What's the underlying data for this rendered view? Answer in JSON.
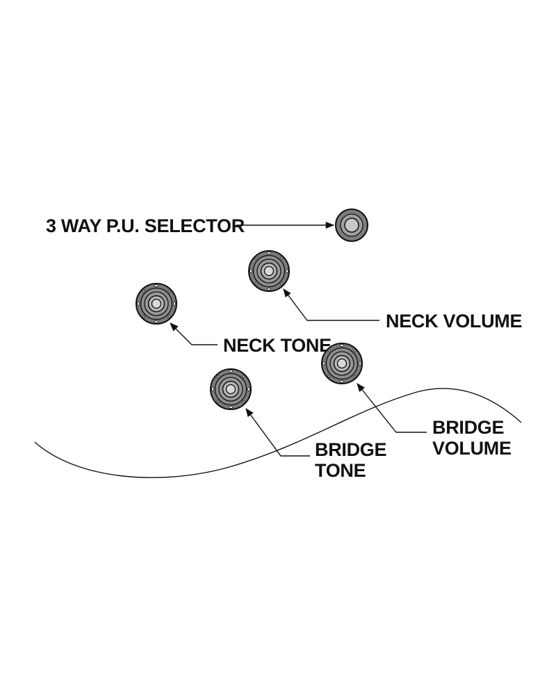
{
  "labels": {
    "selector": "3 WAY P.U. SELECTOR",
    "neck_volume": "NECK VOLUME",
    "neck_tone": "NECK TONE",
    "bridge_volume_line1": "BRIDGE",
    "bridge_volume_line2": "VOLUME",
    "bridge_tone_line1": "BRIDGE",
    "bridge_tone_line2": "TONE"
  },
  "colors": {
    "knob": "#7a7a7a",
    "line": "#111111",
    "background": "#ffffff"
  }
}
